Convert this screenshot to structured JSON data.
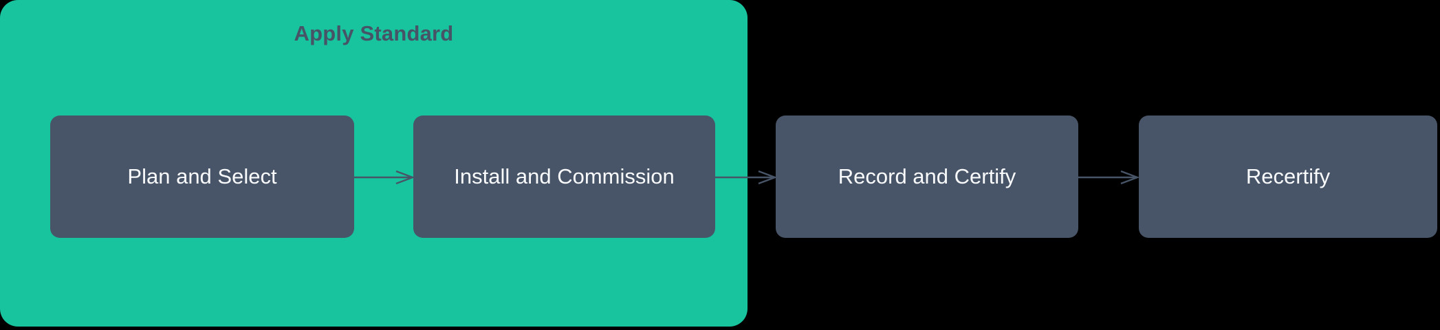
{
  "diagram": {
    "group": {
      "title": "Apply Standard"
    },
    "nodes": [
      {
        "label": "Plan and Select",
        "in_group": true
      },
      {
        "label": "Install and Commission",
        "in_group": true
      },
      {
        "label": "Record and Certify",
        "in_group": false
      },
      {
        "label": "Recertify",
        "in_group": false
      }
    ],
    "edges": [
      {
        "from": "Plan and Select",
        "to": "Install and Commission"
      },
      {
        "from": "Install and Commission",
        "to": "Record and Certify"
      },
      {
        "from": "Record and Certify",
        "to": "Recertify"
      }
    ],
    "colors": {
      "background": "#000000",
      "group_fill": "#17C49E",
      "node_fill": "#485568",
      "node_text": "#F9FAFB",
      "title_text": "#475366",
      "arrow": "#485568"
    }
  }
}
